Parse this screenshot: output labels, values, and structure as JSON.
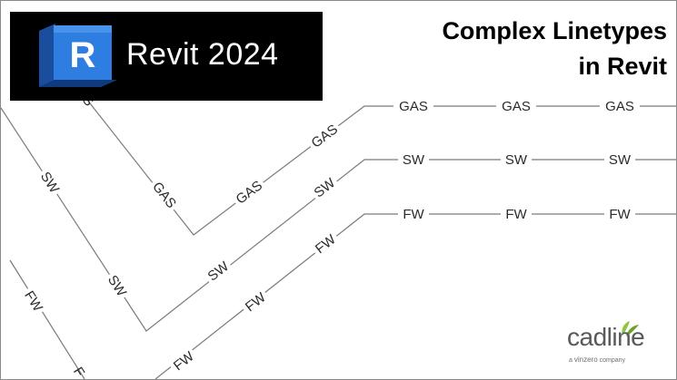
{
  "brand": {
    "product_title": "Revit 2024",
    "icon_letter": "R",
    "icon_color": "#1f6ed4",
    "background_color": "#000000"
  },
  "headline": {
    "line1": "Complex Linetypes",
    "line2": "in Revit"
  },
  "linetypes": {
    "gas": "GAS",
    "sw": "SW",
    "fw": "FW",
    "partial_top": "S",
    "partial_bottom": "F",
    "line_color": "#7a7a7a"
  },
  "footer": {
    "logo_word": "cadline",
    "tagline_prefix": "a",
    "tagline_brand": "vinzero",
    "tagline_suffix": "company",
    "accent_color": "#8cc63f"
  }
}
